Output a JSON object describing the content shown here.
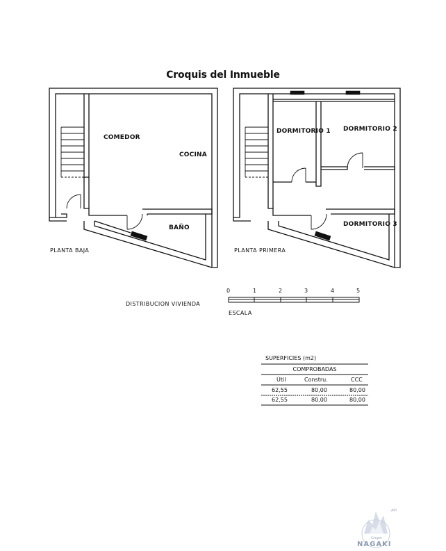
{
  "title": "Croquis del Inmueble",
  "plan_ground": {
    "name": "PLANTA BAJA",
    "rooms": [
      "COMEDOR",
      "COCINA",
      "BAÑO"
    ]
  },
  "plan_first": {
    "name": "PLANTA PRIMERA",
    "rooms": [
      "DORMITORIO 1",
      "DORMITORIO 2",
      "DORMITORIO 3"
    ]
  },
  "distribution_label": "DISTRIBUCION VIVIENDA",
  "scale": {
    "label": "ESCALA",
    "ticks": [
      "0",
      "1",
      "2",
      "3",
      "4",
      "5"
    ]
  },
  "surfaces": {
    "title": "SUPERFICIES (m2)",
    "group": "COMPROBADAS",
    "headers": [
      "Útil",
      "Constru.",
      "CCC"
    ],
    "rows": [
      [
        "62,55",
        "80,00",
        "80,00"
      ],
      [
        "62,55",
        "80,00",
        "80,00"
      ]
    ]
  },
  "logo": {
    "text": "NAGAKI",
    "small": "Grupo",
    "mark": "API"
  }
}
